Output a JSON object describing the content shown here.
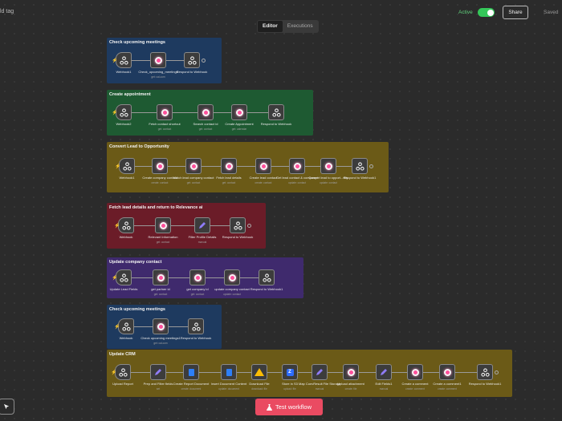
{
  "header": {
    "add_tag": "ld tag",
    "tabs": [
      {
        "label": "Editor",
        "active": true
      },
      {
        "label": "Executions",
        "active": false
      }
    ],
    "active_label": "Active",
    "active_on": true,
    "share_label": "Share",
    "saved_label": "Saved"
  },
  "colors": {
    "background": "#2b2b2b",
    "blue_group": "#1e3a5f",
    "green_group": "#1e5a32",
    "olive_group": "#6b5a17",
    "red_group": "#6b1c28",
    "purple_group": "#3f2a6d",
    "test_button": "#ea4b62",
    "active_toggle": "#34c759"
  },
  "groups": [
    {
      "title": "Check upcoming meetings",
      "color": "blue",
      "nodes": [
        {
          "label": "Webhook1",
          "icon": "webhook-icon",
          "trigger": true
        },
        {
          "label": "Check_upcoming_meetings",
          "sub": "get: cal-com",
          "icon": "integration-icon"
        },
        {
          "label": "Respond to Webhook",
          "icon": "webhook-icon"
        }
      ]
    },
    {
      "title": "Create appointment",
      "color": "green",
      "nodes": [
        {
          "label": "Webhook2",
          "icon": "webhook-icon",
          "trigger": true
        },
        {
          "label": "Fetch contact shortcut",
          "sub": "get: contact",
          "icon": "integration-icon"
        },
        {
          "label": "Search contact id",
          "sub": "get: contact",
          "icon": "integration-icon"
        },
        {
          "label": "Create Appointment",
          "sub": "get: calendar",
          "icon": "integration-icon"
        },
        {
          "label": "Respond to Webhook",
          "icon": "webhook-icon"
        }
      ]
    },
    {
      "title": "Convert Lead to Opportunity",
      "color": "olive",
      "nodes": [
        {
          "label": "Webhook1",
          "icon": "webhook-icon",
          "trigger": true
        },
        {
          "label": "Create company contact",
          "sub": "create: contact",
          "icon": "integration-icon"
        },
        {
          "label": "Match lead company contact",
          "sub": "get: contact",
          "icon": "integration-icon"
        },
        {
          "label": "Fetch lead details",
          "sub": "get: contact",
          "icon": "integration-icon"
        },
        {
          "label": "Create lead contact",
          "sub": "create: contact",
          "icon": "integration-icon"
        },
        {
          "label": "Get lead contact & company info",
          "sub": "update: contact",
          "icon": "integration-icon"
        },
        {
          "label": "Convert lead to opport...nity",
          "sub": "update: contact",
          "icon": "integration-icon"
        },
        {
          "label": "Respond to Webhook1",
          "icon": "webhook-icon"
        }
      ]
    },
    {
      "title": "Fetch lead details and return to Relevance ai",
      "color": "red",
      "nodes": [
        {
          "label": "Webhook",
          "icon": "webhook-icon",
          "trigger": true
        },
        {
          "label": "Relevant Information",
          "sub": "get: contact",
          "icon": "integration-icon"
        },
        {
          "label": "Filter Profile Details",
          "sub": "manual",
          "icon": "pen-icon"
        },
        {
          "label": "Respond to Webhook",
          "icon": "webhook-icon"
        }
      ]
    },
    {
      "title": "Update company contact",
      "color": "purple",
      "nodes": [
        {
          "label": "Update Lead Fields",
          "icon": "webhook-icon",
          "trigger": true
        },
        {
          "label": "get partner id",
          "sub": "get: contact",
          "icon": "integration-icon"
        },
        {
          "label": "get company id",
          "sub": "get: contact",
          "icon": "integration-icon"
        },
        {
          "label": "update company contact",
          "sub": "update: contact",
          "icon": "integration-icon"
        },
        {
          "label": "Respond to Webhook1",
          "icon": "webhook-icon"
        }
      ]
    },
    {
      "title": "Check upcoming meetings",
      "color": "blue",
      "nodes": [
        {
          "label": "Webhook",
          "icon": "webhook-icon",
          "trigger": true
        },
        {
          "label": "Check upcoming meetings1",
          "sub": "get: cal-com",
          "icon": "integration-icon"
        },
        {
          "label": "Respond to Webhook",
          "icon": "webhook-icon"
        }
      ]
    },
    {
      "title": "Update CRM",
      "color": "olive",
      "nodes": [
        {
          "label": "Upload Report",
          "icon": "webhook-icon",
          "trigger": true
        },
        {
          "label": "Prep and Filter fields",
          "sub": "set",
          "icon": "pen-icon"
        },
        {
          "label": "Create Report Document",
          "sub": "create: document",
          "icon": "doc-icon"
        },
        {
          "label": "Insert Document Content",
          "sub": "update: document",
          "icon": "doc-icon"
        },
        {
          "label": "Download File",
          "sub": "download: file",
          "icon": "drive-icon"
        },
        {
          "label": "Store in S3",
          "sub": "upload: file",
          "icon": "z-icon"
        },
        {
          "label": "Map ConvResult File Storage",
          "sub": "manual",
          "icon": "pen-icon"
        },
        {
          "label": "Upload attachment",
          "sub": "create: file",
          "icon": "integration-icon"
        },
        {
          "label": "Edit Fields1",
          "sub": "manual",
          "icon": "pen-icon"
        },
        {
          "label": "Create a comment",
          "sub": "create: comment",
          "icon": "integration-icon"
        },
        {
          "label": "Create a comment1",
          "sub": "create: comment",
          "icon": "integration-icon"
        },
        {
          "label": "Respond to Webhook1",
          "icon": "webhook-icon"
        }
      ]
    }
  ],
  "footer": {
    "test_workflow_label": "Test workflow",
    "test_icon": "flask-icon",
    "corner_icon": "cursor-icon"
  }
}
